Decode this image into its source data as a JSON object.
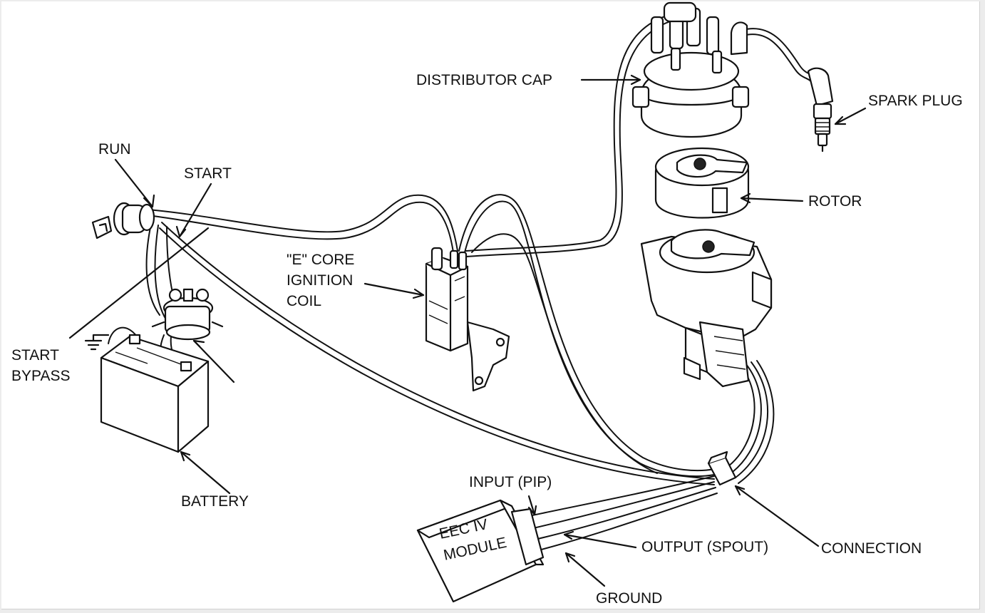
{
  "labels": {
    "distributor_cap": "DISTRIBUTOR CAP",
    "spark_plug": "SPARK PLUG",
    "run": "RUN",
    "start": "START",
    "rotor": "ROTOR",
    "coil_line1": "\"E\" CORE",
    "coil_line2": "IGNITION",
    "coil_line3": "COIL",
    "start_bypass_line1": "START",
    "start_bypass_line2": "BYPASS",
    "battery": "BATTERY",
    "input_pip": "INPUT (PIP)",
    "module_line1": "EEC IV",
    "module_line2": "MODULE",
    "output_spout": "OUTPUT (SPOUT)",
    "connection": "CONNECTION",
    "ground": "GROUND"
  }
}
